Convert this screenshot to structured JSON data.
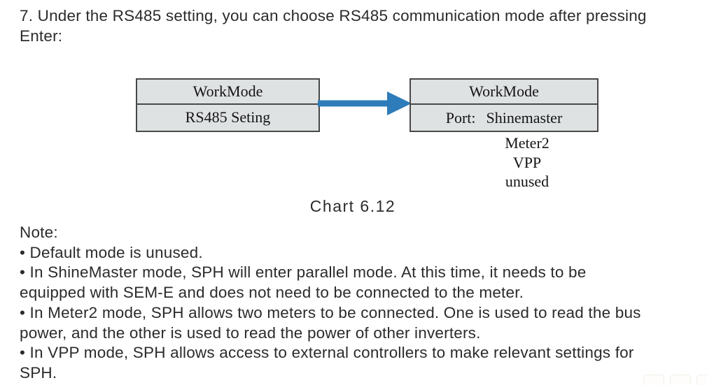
{
  "page": {
    "intro": "7. Under the RS485 setting, you can choose RS485 communication mode after pressing\nEnter:"
  },
  "diagram": {
    "left_box": {
      "rows": [
        "WorkMode",
        "RS485 Seting"
      ]
    },
    "right_box": {
      "title": "WorkMode",
      "port_label": "Port:",
      "port_value": "Shinemaster",
      "options": [
        "Meter2",
        "VPP",
        "unused"
      ]
    },
    "caption": "Chart 6.12"
  },
  "notes": {
    "label": "Note:",
    "items": [
      "• Default mode is unused.",
      "• In ShineMaster mode, SPH will enter parallel mode. At this time, it needs to be\nequipped with SEM-E and does not need to be connected to the meter.",
      "• In Meter2 mode, SPH allows two meters to be connected. One is used to read the bus\npower, and the other is used to read the power of other inverters.",
      "• In VPP mode, SPH allows access to external controllers to make relevant settings for\nSPH."
    ]
  },
  "colors": {
    "arrow_blue": "#2e7cb9",
    "box_fill": "#dfe2e3",
    "box_border": "#484848",
    "text": "#2b2b2b"
  }
}
